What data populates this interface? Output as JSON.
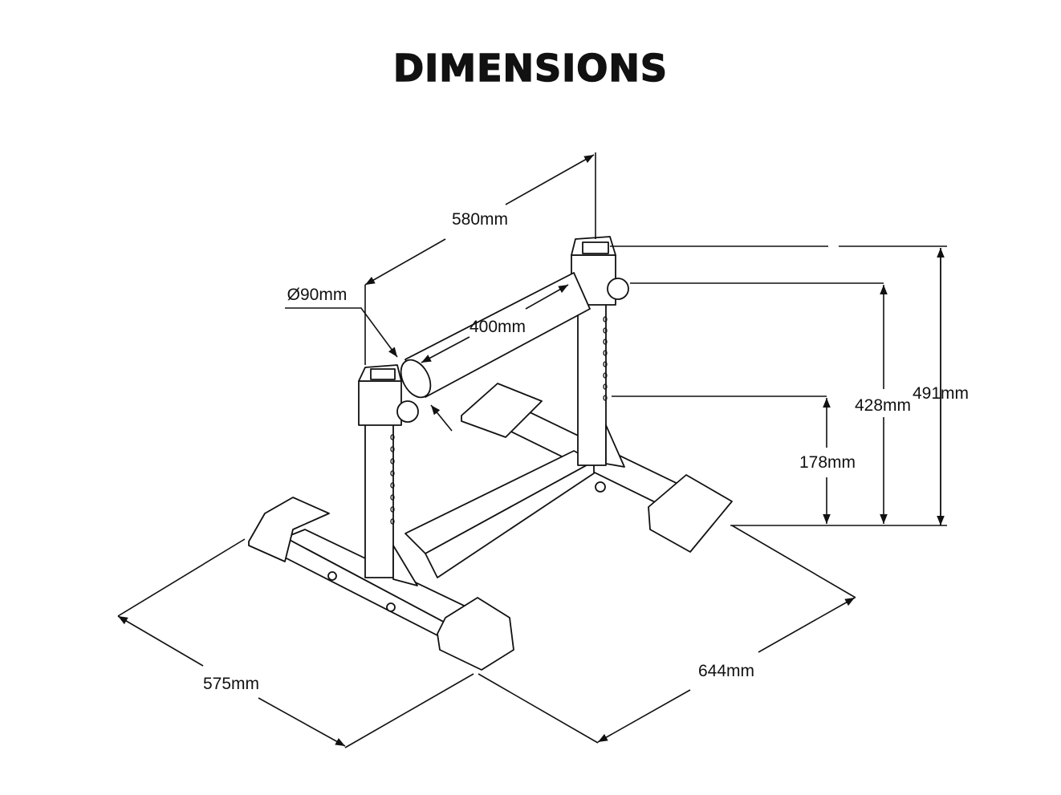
{
  "title": "DIMENSIONS",
  "dimensions": {
    "bar_length": "580mm",
    "roller_diameter": "Ø90mm",
    "roller_length": "400mm",
    "max_height": "491mm",
    "roller_height": "428mm",
    "min_height": "178mm",
    "depth": "575mm",
    "width": "644mm"
  },
  "colors": {
    "line": "#111111",
    "background": "#ffffff"
  }
}
